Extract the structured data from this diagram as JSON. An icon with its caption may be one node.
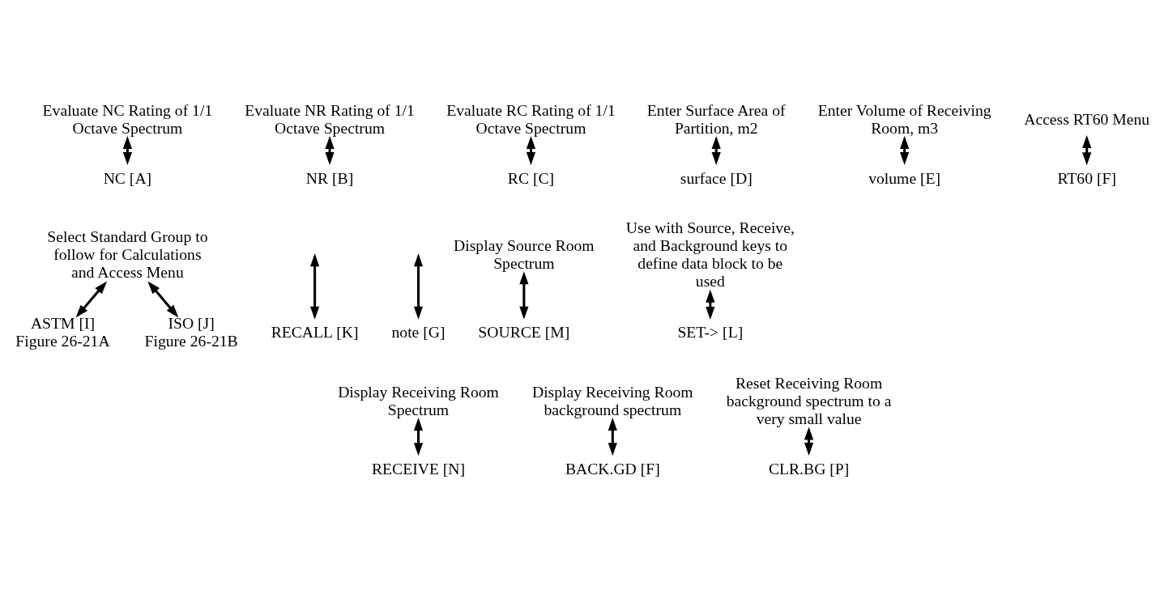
{
  "diagram": {
    "nodes": [
      {
        "text": [
          "Evaluate NC Rating of 1/1 Octave Spectrum"
        ]
      },
      {
        "text": [
          "Evaluate NR Rating of 1/1 Octave Spectrum"
        ]
      },
      {
        "text": [
          "Evaluate RC Rating of 1/1 Octave Spectrum"
        ]
      },
      {
        "text": [
          "Enter Surface Area of Partition, m2"
        ]
      },
      {
        "text": [
          "Enter Volume of Receiving Room, m3"
        ]
      },
      {
        "text": [
          "Access RT60 Menu"
        ]
      },
      {
        "text": [
          "NC [A]"
        ]
      },
      {
        "text": [
          "NR [B]"
        ]
      },
      {
        "text": [
          "RC [C]"
        ]
      },
      {
        "text": [
          "surface [D]"
        ]
      },
      {
        "text": [
          "volume [E]"
        ]
      },
      {
        "text": [
          "RT60 [F]"
        ]
      },
      {
        "text": [
          "Select Standard Group to follow for Calculations and Access Menu"
        ]
      },
      {
        "text": [
          "Use with Source, Receive, and Background keys to define data block to be used"
        ]
      },
      {
        "text": [
          "Display Source Room Spectrum"
        ]
      },
      {
        "text": [
          "note [G]"
        ]
      },
      {
        "text": [
          "ASTM [I]"
        ],
        "beside": [
          "Figure 26-21A"
        ]
      },
      {
        "text": [
          "ISO [J]"
        ],
        "beside": [
          "Figure 26-21B"
        ]
      },
      {
        "text": [
          "RECALL [K]"
        ]
      },
      {
        "text": [
          "SET-> [L]"
        ]
      },
      {
        "text": [
          "SOURCE [M]"
        ]
      },
      {
        "text": [
          "Display Receiving Room Spectrum"
        ]
      },
      {
        "text": [
          "Display Receiving Room background spectrum"
        ]
      },
      {
        "text": [
          "Reset Receiving Room background spectrum to a very small value"
        ]
      },
      {
        "text": [
          "RECEIVE [N]"
        ]
      },
      {
        "text": [
          "BACK.GD [F]"
        ]
      },
      {
        "text": [
          "CLR.BG [P]"
        ]
      }
    ],
    "edges": [
      {
        "from": 0,
        "to": 6,
        "arrow": "both"
      },
      {
        "from": 1,
        "to": 7,
        "arrow": "both"
      },
      {
        "from": 2,
        "to": 8,
        "arrow": "both"
      },
      {
        "from": 3,
        "to": 9,
        "arrow": "both"
      },
      {
        "from": 4,
        "to": 10,
        "arrow": "both"
      },
      {
        "from": 5,
        "to": 11,
        "arrow": "both"
      },
      {
        "from": null,
        "to": 15,
        "arrow": "both"
      },
      {
        "from": 12,
        "to": 16,
        "arrow": "both"
      },
      {
        "from": 12,
        "to": 17,
        "arrow": "both"
      },
      {
        "from": null,
        "to": 18,
        "arrow": "both"
      },
      {
        "from": 13,
        "to": 19,
        "arrow": "both"
      },
      {
        "from": 14,
        "to": 20,
        "arrow": "both"
      },
      {
        "from": 21,
        "to": 24,
        "arrow": "both"
      },
      {
        "from": 22,
        "to": 25,
        "arrow": "both"
      },
      {
        "from": 23,
        "to": 26,
        "arrow": "both"
      }
    ]
  }
}
